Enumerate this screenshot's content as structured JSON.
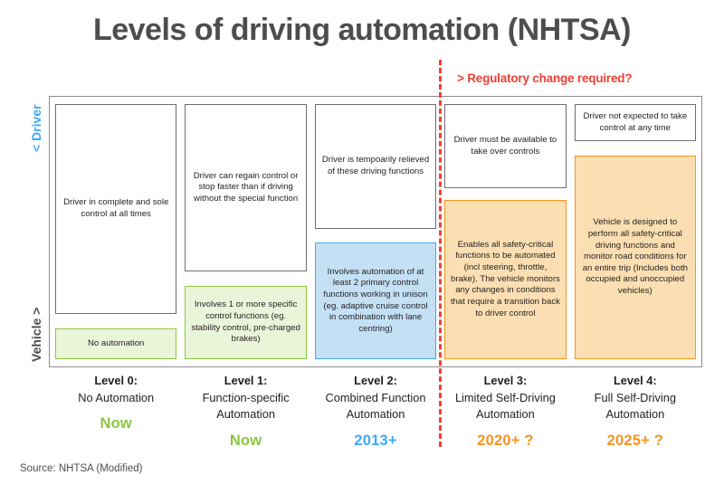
{
  "title": "Levels of driving automation (NHTSA)",
  "regulatory_note": "> Regulatory change required?",
  "axis": {
    "top_label": "< Driver",
    "bottom_label": "Vehicle >",
    "top_color": "#3fa9f5",
    "bottom_color": "#4d4d4d"
  },
  "colors": {
    "green": "#8cc63f",
    "green_fill": "#eaf4d9",
    "blue": "#3fa9f5",
    "blue_fill": "#c3e0f5",
    "orange": "#f7941e",
    "orange_fill": "#fbdfb2",
    "red": "#ef4136",
    "frame": "#8c8c8c",
    "text": "#231f20",
    "title": "#4d4d4d"
  },
  "columns": [
    {
      "driver_text": "Driver in complete and sole control at all times",
      "capability_text": "No automation",
      "capability_color": "green",
      "level_name": "Level 0:",
      "level_desc": "No Automation",
      "when": "Now",
      "when_color": "green"
    },
    {
      "driver_text": "Driver can regain control or stop faster than if driving without the special function",
      "capability_text": "Involves 1 or more specific control functions (eg. stability control, pre-charged brakes)",
      "capability_color": "green",
      "level_name": "Level 1:",
      "level_desc": "Function-specific Automation",
      "when": "Now",
      "when_color": "green"
    },
    {
      "driver_text": "Driver is tempoarily relieved of these driving functions",
      "capability_text": "Involves automation of at least 2 primary control functions working in unison (eg. adaptive cruise control in combination with lane centring)",
      "capability_color": "blue",
      "level_name": "Level 2:",
      "level_desc": "Combined Function Automation",
      "when": "2013+",
      "when_color": "blue"
    },
    {
      "driver_text": "Driver must be available to take over controls",
      "capability_text": "Enables all safety-critical functions to be automated (incl steering, throttle, brake). The vehicle monitors any changes in conditions that require a transition back to driver control",
      "capability_color": "orange",
      "level_name": "Level 3:",
      "level_desc": "Limited Self-Driving Automation",
      "when": "2020+ ?",
      "when_color": "orange"
    },
    {
      "driver_text": "Driver not expected to take control at any time",
      "capability_text": "Vehicle is designed to perform all safety-critical driving functions and monitor road conditions for an entire trip (Includes both occupied and unoccupied vehicles)",
      "capability_color": "orange",
      "level_name": "Level 4:",
      "level_desc": "Full Self-Driving Automation",
      "when": "2025+ ?",
      "when_color": "orange"
    }
  ],
  "source": "Source: NHTSA (Modified)"
}
